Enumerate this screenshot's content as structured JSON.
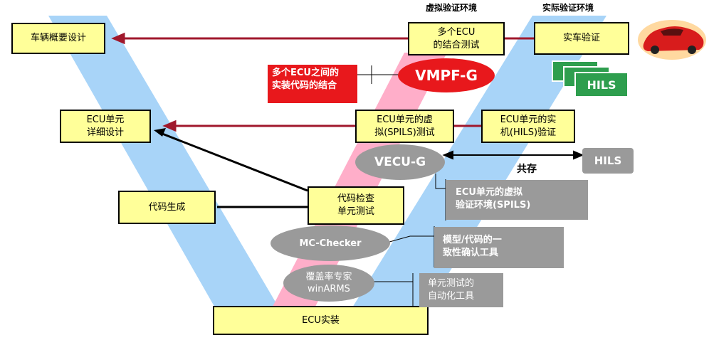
{
  "headers": {
    "virtual_env": "虚拟验证环境",
    "real_env": "实际验证环境"
  },
  "boxes": {
    "vehicle_design": "车辆概要设计",
    "multi_ecu_test": "多个ECU\n的结合测试",
    "real_vehicle": "实车验证",
    "ecu_detail_design": "ECU单元\n详细设计",
    "ecu_virtual_test": "ECU单元的虚\n拟(SPILS)测试",
    "ecu_real_test": "ECU单元的实\n机(HILS)验证",
    "code_gen": "代码生成",
    "code_check": "代码检查\n单元测试",
    "ecu_impl": "ECU实装"
  },
  "labels": {
    "multi_ecu_combo": "多个ECU之间的\n实装代码的结合",
    "vmpf": "VMPF-G",
    "hils_stack": "HILS",
    "vecu": "VECU-G",
    "hils": "HILS",
    "coexist": "共存",
    "spils_env": "ECU单元的虚拟\n验证环境(SPILS)",
    "mc_checker": "MC-Checker",
    "model_code_tool": "模型/代码的一\n致性确认工具",
    "coverage": "覆盖率专家\nwinARMS",
    "unit_test_tool": "单元测试的\n自动化工具"
  },
  "colors": {
    "box_fill": "#ffff99",
    "blue_band": "#a8d4f8",
    "pink_band": "#ffaec9",
    "arrow_red": "#a0182c",
    "callout_red": "#e8181c",
    "hils_green": "#2e9e4e",
    "gray": "#9a9a9a"
  },
  "icons": {
    "car": "red-sports-car-icon"
  }
}
